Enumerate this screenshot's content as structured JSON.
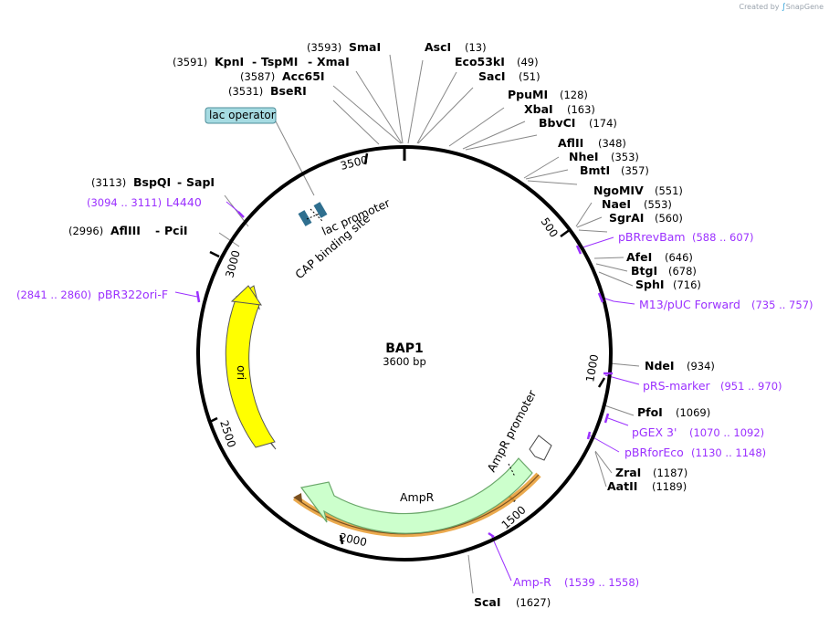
{
  "watermark": {
    "created_by": "Created by",
    "brand": "SnapGene"
  },
  "plasmid": {
    "name": "BAP1",
    "length_label": "3600 bp",
    "length_bp": 3600
  },
  "ticks": [
    "500",
    "1000",
    "1500",
    "2000",
    "2500",
    "3000",
    "3500"
  ],
  "enzymes": [
    {
      "name": "SmaI",
      "pos": "(3593)"
    },
    {
      "name": "KpnI",
      "pos": "(3591)",
      "sep1": "-",
      "name2": "TspMI",
      "sep2": "-",
      "name3": "XmaI"
    },
    {
      "name": "Acc65I",
      "pos": "(3587)"
    },
    {
      "name": "BseRI",
      "pos": "(3531)"
    },
    {
      "name": "AscI",
      "pos": "(13)"
    },
    {
      "name": "Eco53kI",
      "pos": "(49)"
    },
    {
      "name": "SacI",
      "pos": "(51)"
    },
    {
      "name": "PpuMI",
      "pos": "(128)"
    },
    {
      "name": "XbaI",
      "pos": "(163)"
    },
    {
      "name": "BbvCI",
      "pos": "(174)"
    },
    {
      "name": "AflII",
      "pos": "(348)"
    },
    {
      "name": "NheI",
      "pos": "(353)"
    },
    {
      "name": "BmtI",
      "pos": "(357)"
    },
    {
      "name": "NgoMIV",
      "pos": "(551)"
    },
    {
      "name": "NaeI",
      "pos": "(553)"
    },
    {
      "name": "SgrAI",
      "pos": "(560)"
    },
    {
      "name": "AfeI",
      "pos": "(646)"
    },
    {
      "name": "BtgI",
      "pos": "(678)"
    },
    {
      "name": "SphI",
      "pos": "(716)"
    },
    {
      "name": "NdeI",
      "pos": "(934)"
    },
    {
      "name": "PfoI",
      "pos": "(1069)"
    },
    {
      "name": "ZraI",
      "pos": "(1187)"
    },
    {
      "name": "AatII",
      "pos": "(1189)"
    },
    {
      "name": "ScaI",
      "pos": "(1627)"
    },
    {
      "name": "AflIII",
      "pos": "(2996)",
      "sep1": "-",
      "name2": "PciI"
    },
    {
      "name": "BspQI",
      "pos": "(3113)",
      "sep1": "-",
      "name2": "SapI"
    }
  ],
  "primers": [
    {
      "name": "pBRrevBam",
      "range": "(588 .. 607)"
    },
    {
      "name": "M13/pUC Forward",
      "range": "(735 .. 757)"
    },
    {
      "name": "pRS-marker",
      "range": "(951 .. 970)"
    },
    {
      "name": "pGEX 3'",
      "range": "(1070 .. 1092)"
    },
    {
      "name": "pBRforEco",
      "range": "(1130 .. 1148)"
    },
    {
      "name": "Amp-R",
      "range": "(1539 .. 1558)"
    },
    {
      "name": "pBR322ori-F",
      "range": "(2841 .. 2860)"
    },
    {
      "name": "L4440",
      "range": "(3094 .. 3111)"
    }
  ],
  "features": {
    "lac_operator": "lac operator",
    "lac_promoter": "lac promoter",
    "cap_site": "CAP binding site",
    "ampr": "AmpR",
    "ampr_promoter": "AmpR promoter",
    "ori": "ori"
  },
  "colors": {
    "ori": "#ffff00",
    "ampr": "#ccffcc",
    "ampr_stroke": "#6aa86a",
    "highlight": "#e9a13b",
    "lac": "#2f6f8f",
    "lac_operator_bg": "#a6dbe2",
    "primer": "#9b30ff",
    "backbone": "#000000"
  }
}
